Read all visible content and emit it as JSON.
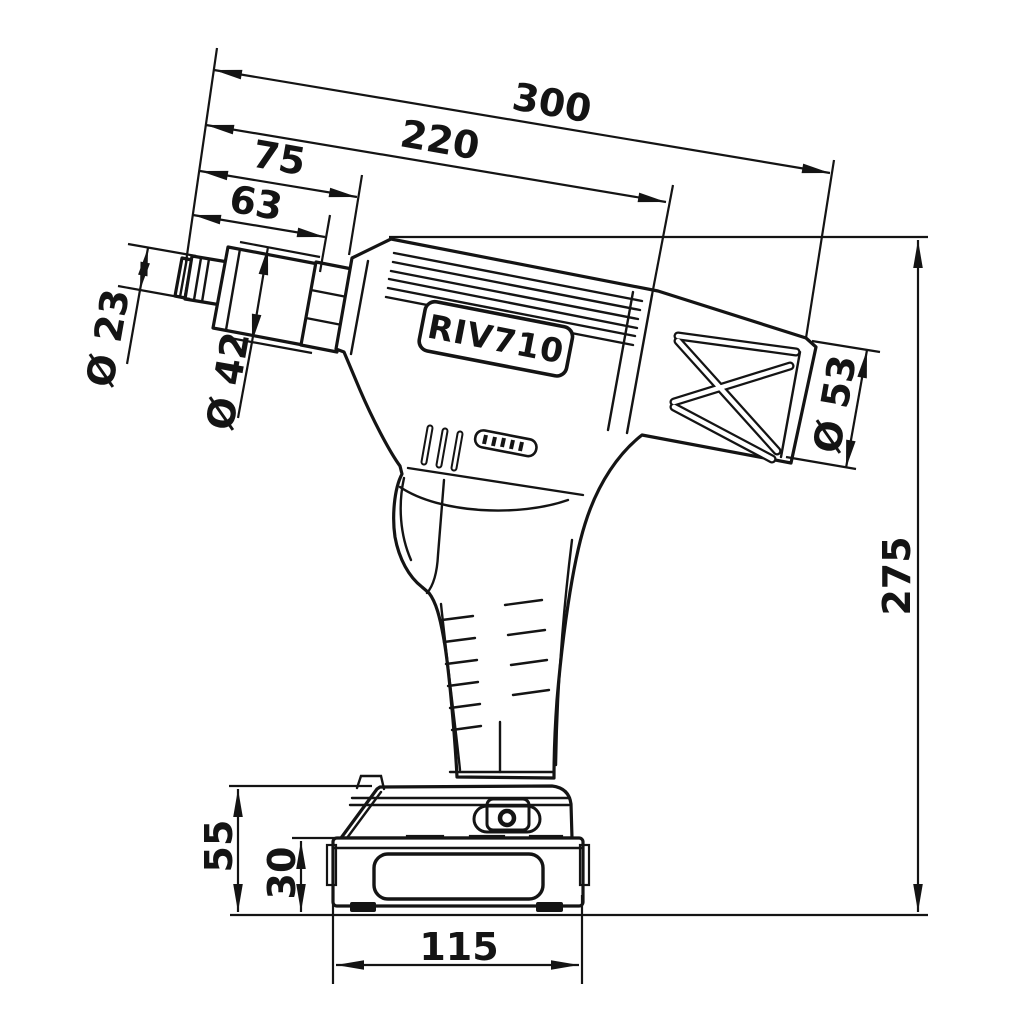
{
  "colors": {
    "background": "#ffffff",
    "line": "#141414"
  },
  "model_label": "RIV710",
  "dimensions": {
    "overall_length": "300",
    "body_length": "220",
    "nose_to_housing": "75",
    "nose_to_locknut": "63",
    "nose_tip_diameter": "Ø 23",
    "nose_barrel_diameter": "Ø 42",
    "rear_cap_diameter": "Ø 53",
    "overall_height": "275",
    "battery_section_height": "55",
    "battery_pack_height": "30",
    "battery_width": "115"
  }
}
